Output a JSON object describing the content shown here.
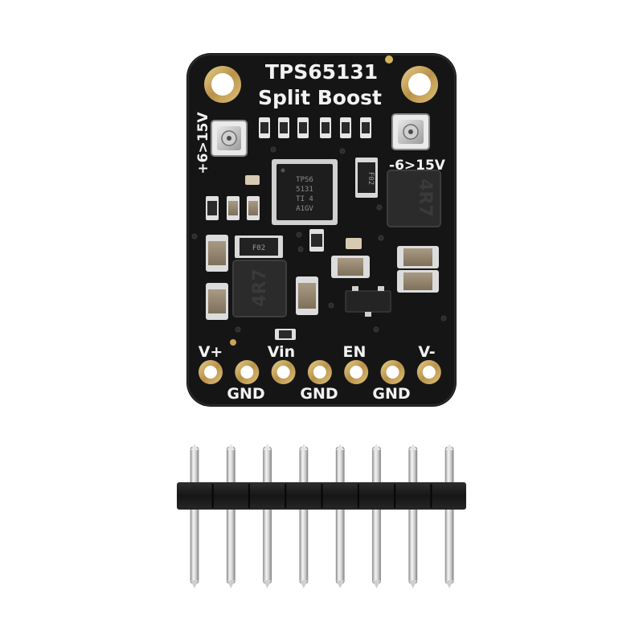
{
  "board": {
    "title_line1": "TPS65131",
    "title_line2": "Split Boost",
    "pos_range": "+6>15V",
    "neg_range": "-6>15V",
    "pins_top": [
      "V+",
      "Vin",
      "EN",
      "V-"
    ],
    "pins_bottom": [
      "GND",
      "GND",
      "GND"
    ],
    "chip_marking": [
      "TPS6",
      "5131",
      "TI 4",
      "A1GV"
    ],
    "inductor_marking": "4R7",
    "diode_marking": "F02",
    "pin_count": 7
  },
  "header": {
    "pin_count": 8
  },
  "colors": {
    "pcb": "#151515",
    "silkscreen": "#f2f2f2",
    "gold": "#c9a45a",
    "pin_metal": "#d9d9d9",
    "plastic": "#1c1c1c"
  }
}
